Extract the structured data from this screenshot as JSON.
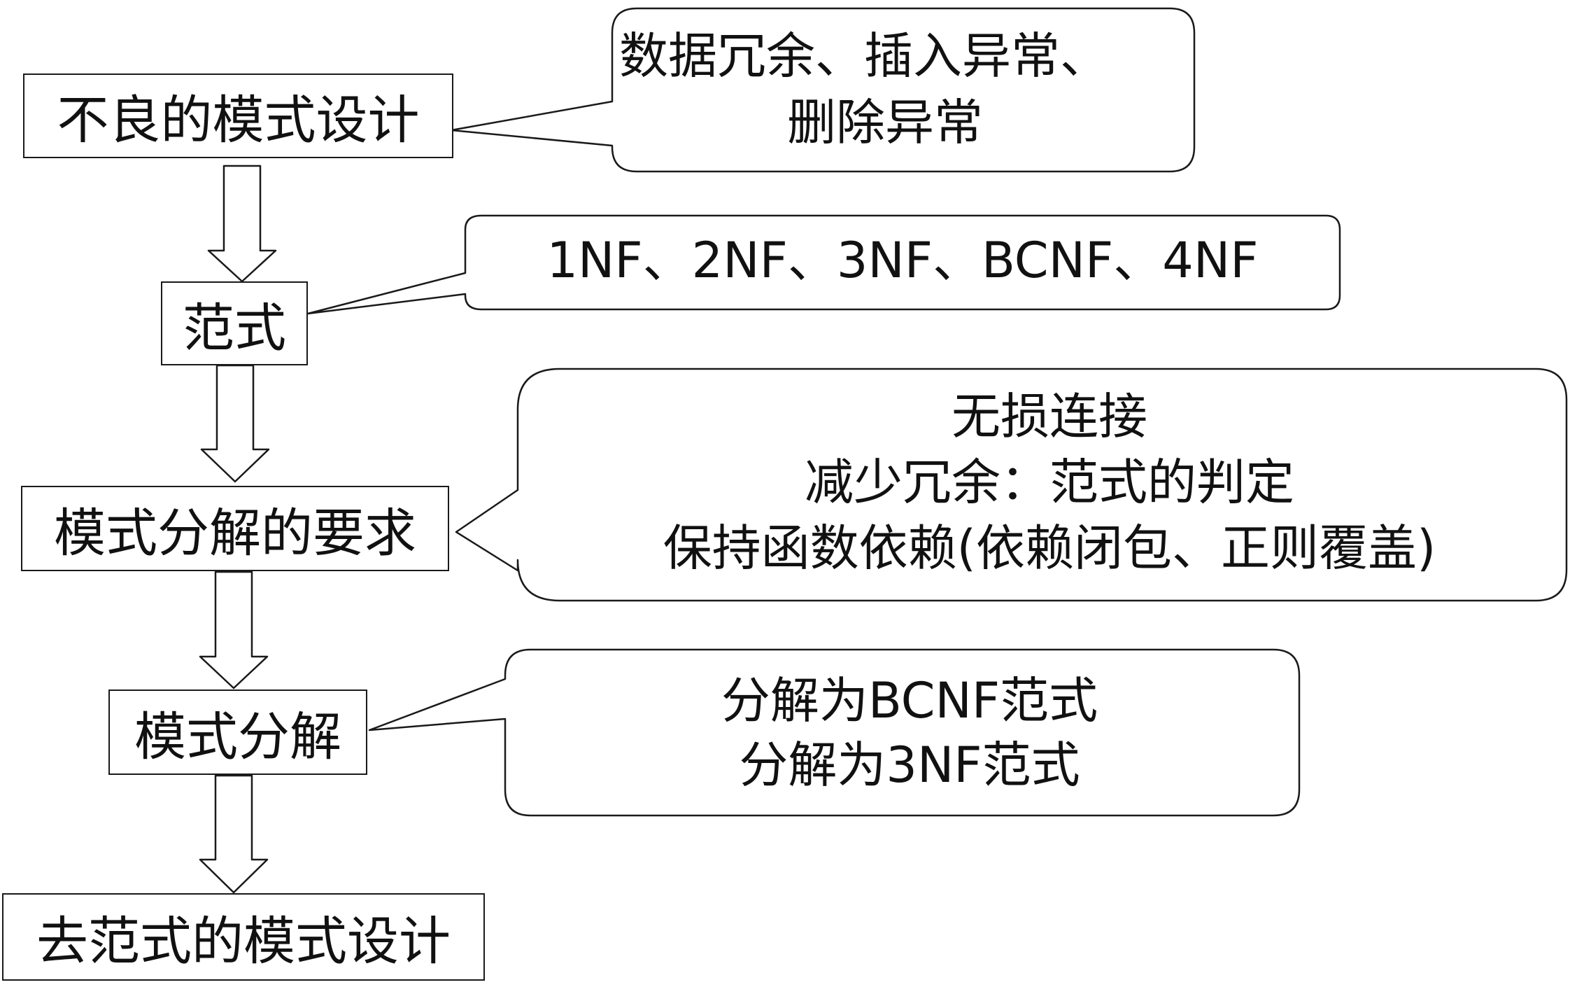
{
  "steps": [
    "不良的模式设计",
    "范式",
    "模式分解的要求",
    "模式分解",
    "去范式的模式设计"
  ],
  "callouts": {
    "anomalies": [
      "数据冗余、插入异常、",
      "删除异常"
    ],
    "normal_forms": [
      "1NF、2NF、3NF、BCNF、4NF"
    ],
    "requirements": [
      "无损连接",
      "减少冗余：范式的判定",
      "保持函数依赖(依赖闭包、正则覆盖)"
    ],
    "decomposition": [
      "分解为BCNF范式",
      "分解为3NF范式"
    ]
  }
}
